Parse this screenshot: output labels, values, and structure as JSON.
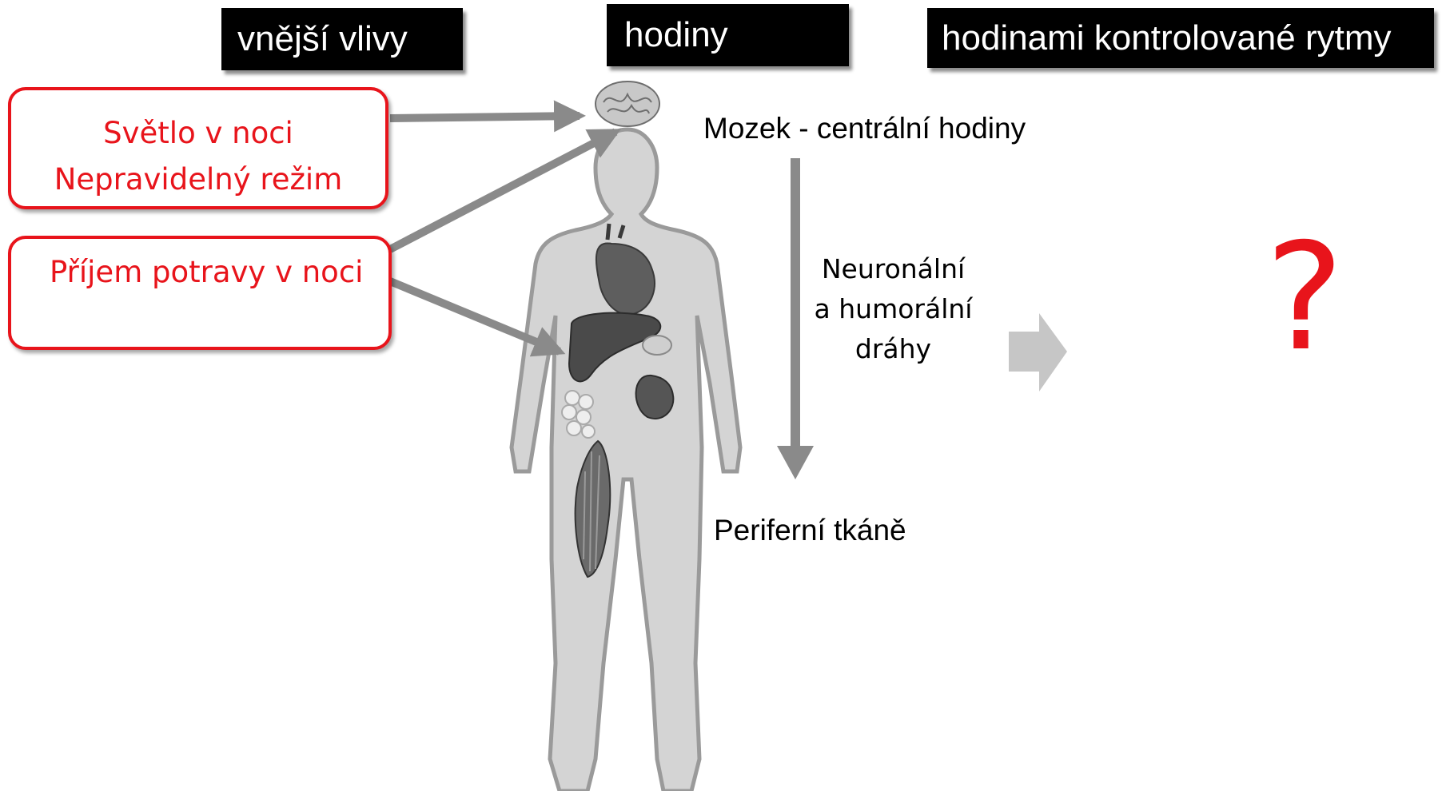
{
  "headers": {
    "external": "vnější vlivy",
    "clock": "hodiny",
    "rhythms": "hodinami kontrolované rytmy"
  },
  "external_influences": {
    "box1_line1": "Světlo v noci",
    "box1_line2": "Nepravidelný režim",
    "box2_line1": "Příjem potravy v noci"
  },
  "clock_labels": {
    "brain": "Mozek  - centrální hodiny",
    "pathway_line1": "Neuronální",
    "pathway_line2": "a humorální",
    "pathway_line3": "dráhy",
    "peripheral": "Periferní tkáně"
  },
  "rhythms_placeholder": "?",
  "colors": {
    "accent_red": "#e8141b",
    "arrow_gray": "#8a8a8a",
    "body_gray": "#d4d4d4",
    "header_bg": "#000000"
  },
  "icons": [
    "brain-icon",
    "heart-icon",
    "liver-icon",
    "kidney-icon",
    "muscle-icon",
    "fat-tissue-icon"
  ]
}
